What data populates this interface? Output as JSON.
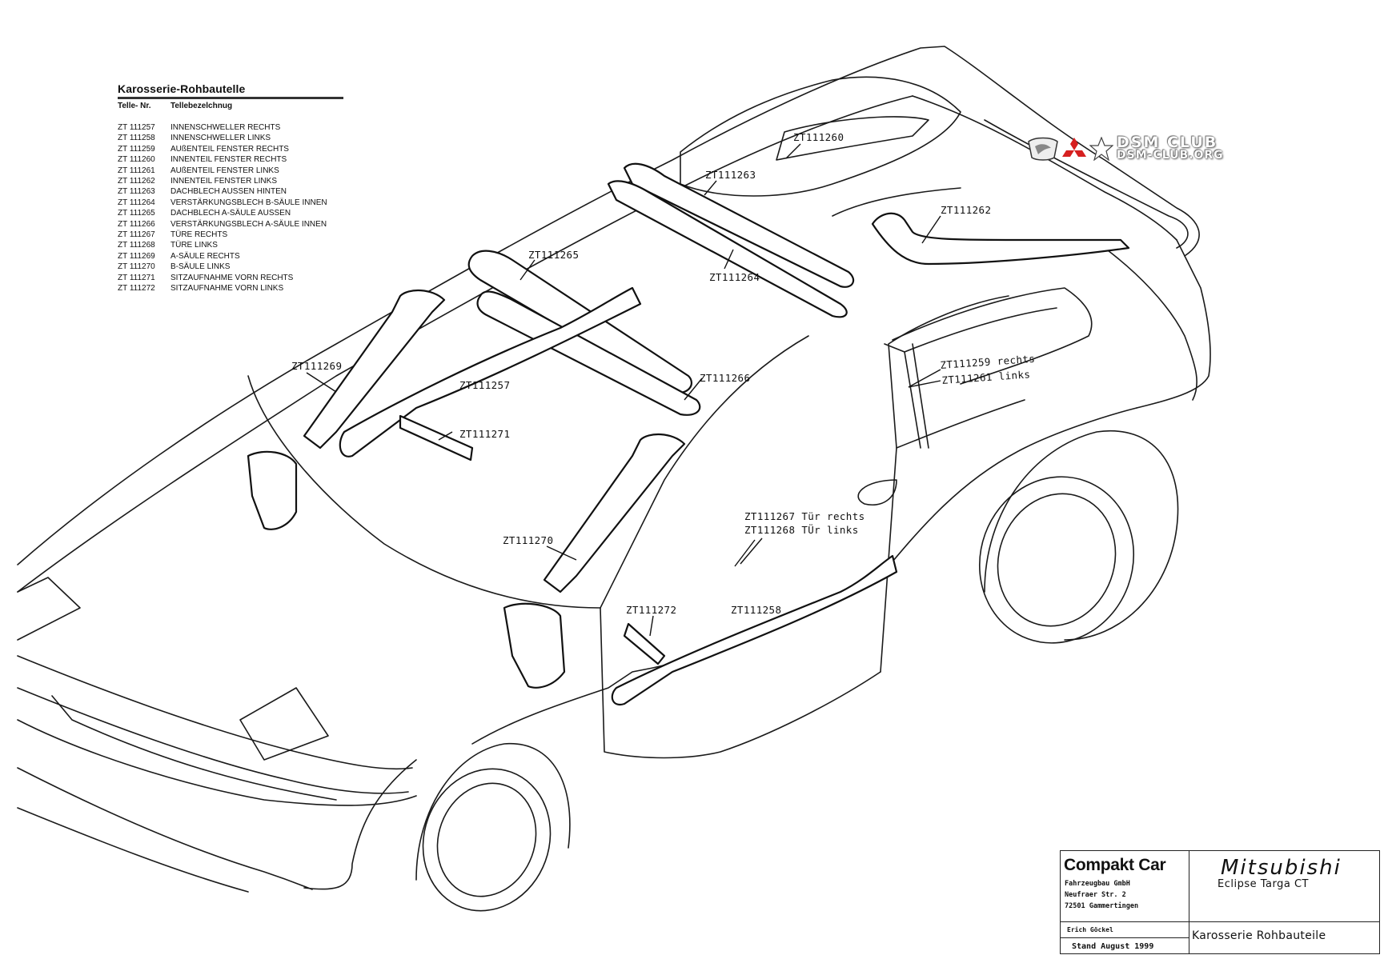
{
  "parts_list": {
    "title": "Karosserie-Rohbautelle",
    "col_part_no": "Telle- Nr.",
    "col_description": "Tellebezelchnug",
    "rows": [
      {
        "no": "ZT 111257",
        "desc": "INNENSCHWELLER RECHTS"
      },
      {
        "no": "ZT 111258",
        "desc": "INNENSCHWELLER LINKS"
      },
      {
        "no": "ZT 111259",
        "desc": "AUßENTEIL FENSTER RECHTS"
      },
      {
        "no": "ZT 111260",
        "desc": "INNENTEIL FENSTER RECHTS"
      },
      {
        "no": "ZT 111261",
        "desc": "AUßENTEIL FENSTER LINKS"
      },
      {
        "no": "ZT 111262",
        "desc": "INNENTEIL FENSTER LINKS"
      },
      {
        "no": "ZT 111263",
        "desc": "DACHBLECH AUSSEN HINTEN"
      },
      {
        "no": "ZT 111264",
        "desc": "VERSTÄRKUNGSBLECH B-SÄULE INNEN"
      },
      {
        "no": "ZT 111265",
        "desc": "DACHBLECH A-SÄULE AUSSEN"
      },
      {
        "no": "ZT 111266",
        "desc": "VERSTÄRKUNGSBLECH A-SÄULE INNEN"
      },
      {
        "no": "ZT 111267",
        "desc": "TÜRE RECHTS"
      },
      {
        "no": "ZT 111268",
        "desc": "TÜRE LINKS"
      },
      {
        "no": "ZT 111269",
        "desc": "A-SÄULE RECHTS"
      },
      {
        "no": "ZT 111270",
        "desc": "B-SÄULE LINKS"
      },
      {
        "no": "ZT 111271",
        "desc": "SITZAUFNAHME VORN RECHTS"
      },
      {
        "no": "ZT 111272",
        "desc": "SITZAUFNAHME VORN LINKS"
      }
    ]
  },
  "callouts": {
    "c260": "ZT111260",
    "c263": "ZT111263",
    "c262": "ZT111262",
    "c265": "ZT111265",
    "c264": "ZT111264",
    "c269": "ZT111269",
    "c257": "ZT111257",
    "c266": "ZT111266",
    "c271": "ZT111271",
    "c259": "ZT111259 rechts",
    "c261": "ZT111261 links",
    "c267": "ZT111267 Tür rechts",
    "c268": "ZT111268 TÜr links",
    "c270": "ZT111270",
    "c272": "ZT111272",
    "c258": "ZT111258"
  },
  "watermark": {
    "line1": "DSM CLUB",
    "line2": "DSM-CLUB.ORG",
    "accent_color": "#d62020"
  },
  "title_block": {
    "company": "Compakt Car",
    "address_lines": [
      "Fahrzeugbau GmbH",
      "Neufraer Str. 2",
      "72501 Gammertingen"
    ],
    "author": "Erich Göckel",
    "date": "Stand August 1999",
    "make": "Mitsubishi",
    "model": "Eclipse Targa CT",
    "subject": "Karosserie Rohbauteile"
  }
}
